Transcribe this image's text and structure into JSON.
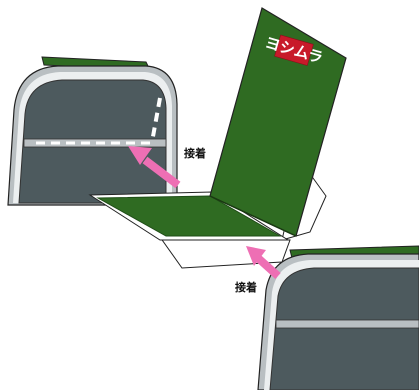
{
  "labels": {
    "bond_upper": "接着",
    "bond_lower": "接着"
  },
  "logo": {
    "text": "ヨシムラ"
  },
  "colors": {
    "sticker_green": "#2f6b22",
    "sticker_green_dark": "#1f4d17",
    "cover_body": "#4d5a5e",
    "frame_outer": "#b9bfc2",
    "frame_inner": "#eceff0",
    "arrow": "#ee6fb4",
    "logo_red": "#c81a2a",
    "outline": "#222222"
  }
}
